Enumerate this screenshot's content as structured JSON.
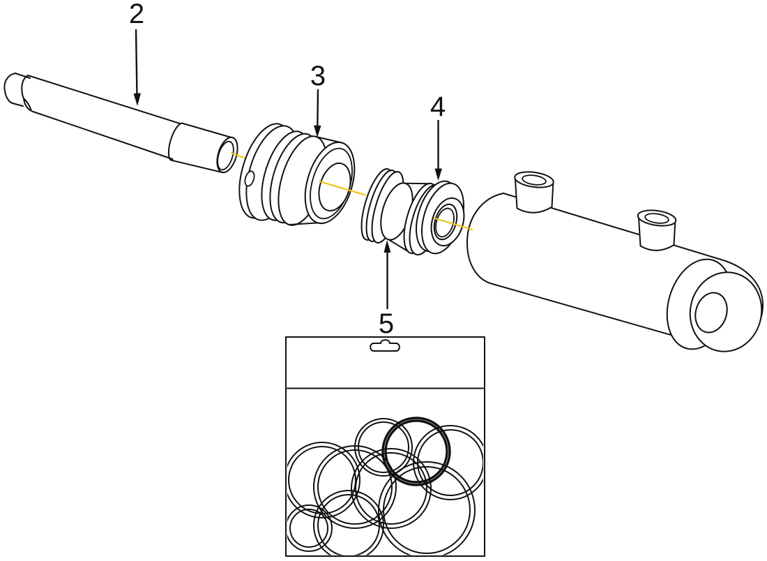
{
  "diagram": {
    "kind": "exploded-parts-diagram",
    "subject": "hydraulic-cylinder-assembly",
    "background_color": "#ffffff",
    "line_color": "#111111",
    "centerline_color": "#efc319",
    "callouts": [
      {
        "label": "2",
        "part": "piston-rod",
        "arrow_direction": "down"
      },
      {
        "label": "3",
        "part": "rod-gland-head",
        "arrow_direction": "down"
      },
      {
        "label": "4",
        "part": "piston",
        "arrow_direction": "down"
      },
      {
        "label": "5",
        "part": "spacer-spool",
        "arrow_direction": "up"
      }
    ],
    "seal_kit_bag": {
      "part": "seal-kit-bag",
      "has_hang_hole": true,
      "oring_count": 9
    }
  }
}
